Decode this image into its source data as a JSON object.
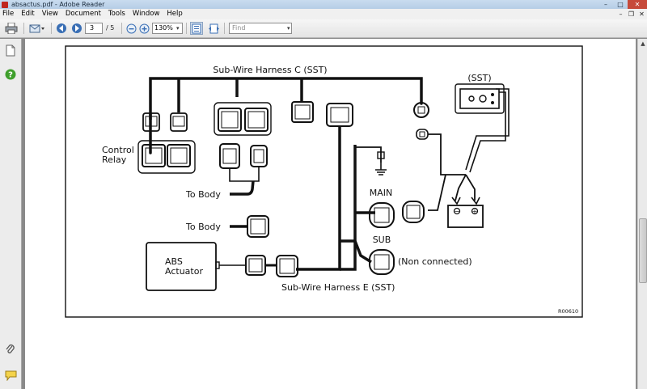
{
  "window": {
    "title": "absactus.pdf - Adobe Reader",
    "controls": {
      "minimize": "–",
      "maximize": "□",
      "close": "✕"
    }
  },
  "menu": {
    "items": [
      "File",
      "Edit",
      "View",
      "Document",
      "Tools",
      "Window",
      "Help"
    ],
    "mdi_controls": {
      "minimize": "–",
      "restore": "❐",
      "close": "✕"
    }
  },
  "toolbar": {
    "page_current": "3",
    "page_total": "/ 5",
    "zoom_value": "130%",
    "find_placeholder": "Find"
  },
  "diagram": {
    "label_harness_c": "Sub-Wire Harness C (SST)",
    "label_sst": "(SST)",
    "label_control": "Control",
    "label_relay": "Relay",
    "label_to_body_1": "To Body",
    "label_to_body_2": "To Body",
    "label_main": "MAIN",
    "label_sub": "SUB",
    "label_non_connected": "(Non connected)",
    "label_abs": "ABS",
    "label_actuator": "Actuator",
    "label_harness_e": "Sub-Wire Harness E (SST)",
    "label_ref": "R00610",
    "battery_minus": "−",
    "battery_plus": "+"
  },
  "icons": {
    "print": "printer-icon",
    "email": "email-icon",
    "prev": "previous-page-icon",
    "next": "next-page-icon",
    "zoom_out": "zoom-out-icon",
    "zoom_in": "zoom-in-icon",
    "fit_page": "fit-page-icon",
    "fit_width": "fit-width-icon",
    "pages": "pages-panel-icon",
    "help": "help-icon",
    "attachments": "paperclip-icon",
    "comments": "comments-icon"
  },
  "colors": {
    "accent": "#3a6fb5",
    "help_green": "#3f9f2c"
  }
}
